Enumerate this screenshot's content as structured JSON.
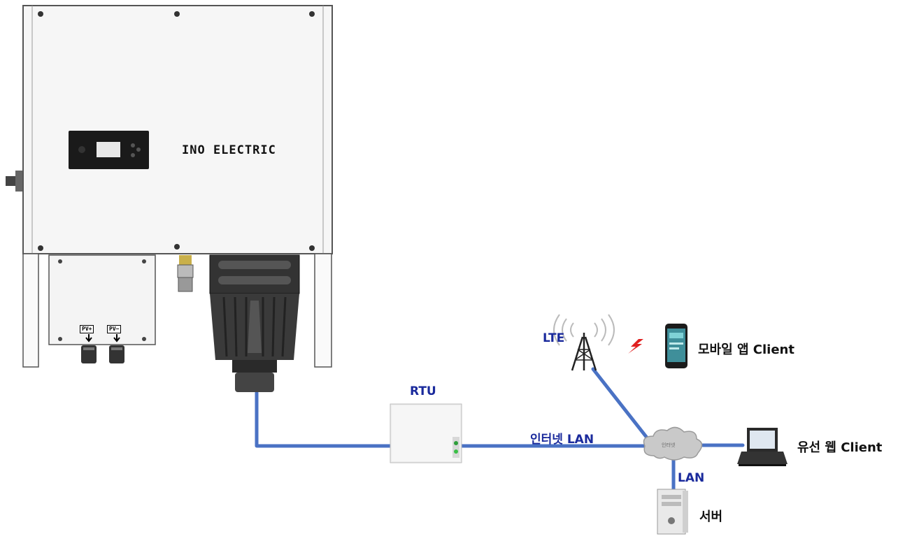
{
  "inverter": {
    "brand": "INO ELECTRIC",
    "pv_plus": "PV+",
    "pv_minus": "PV−"
  },
  "labels": {
    "rtu": "RTU",
    "lte": "LTE",
    "mobile_client": "모바일 앱 Client",
    "internet_lan": "인터넷 LAN",
    "wired_client": "유선 웹 Client",
    "lan": "LAN",
    "server": "서버",
    "cloud": "인터넷"
  },
  "colors": {
    "link_blue": "#4a72c4",
    "label_blue": "#1a2a9c",
    "signal_red": "#e02020"
  }
}
